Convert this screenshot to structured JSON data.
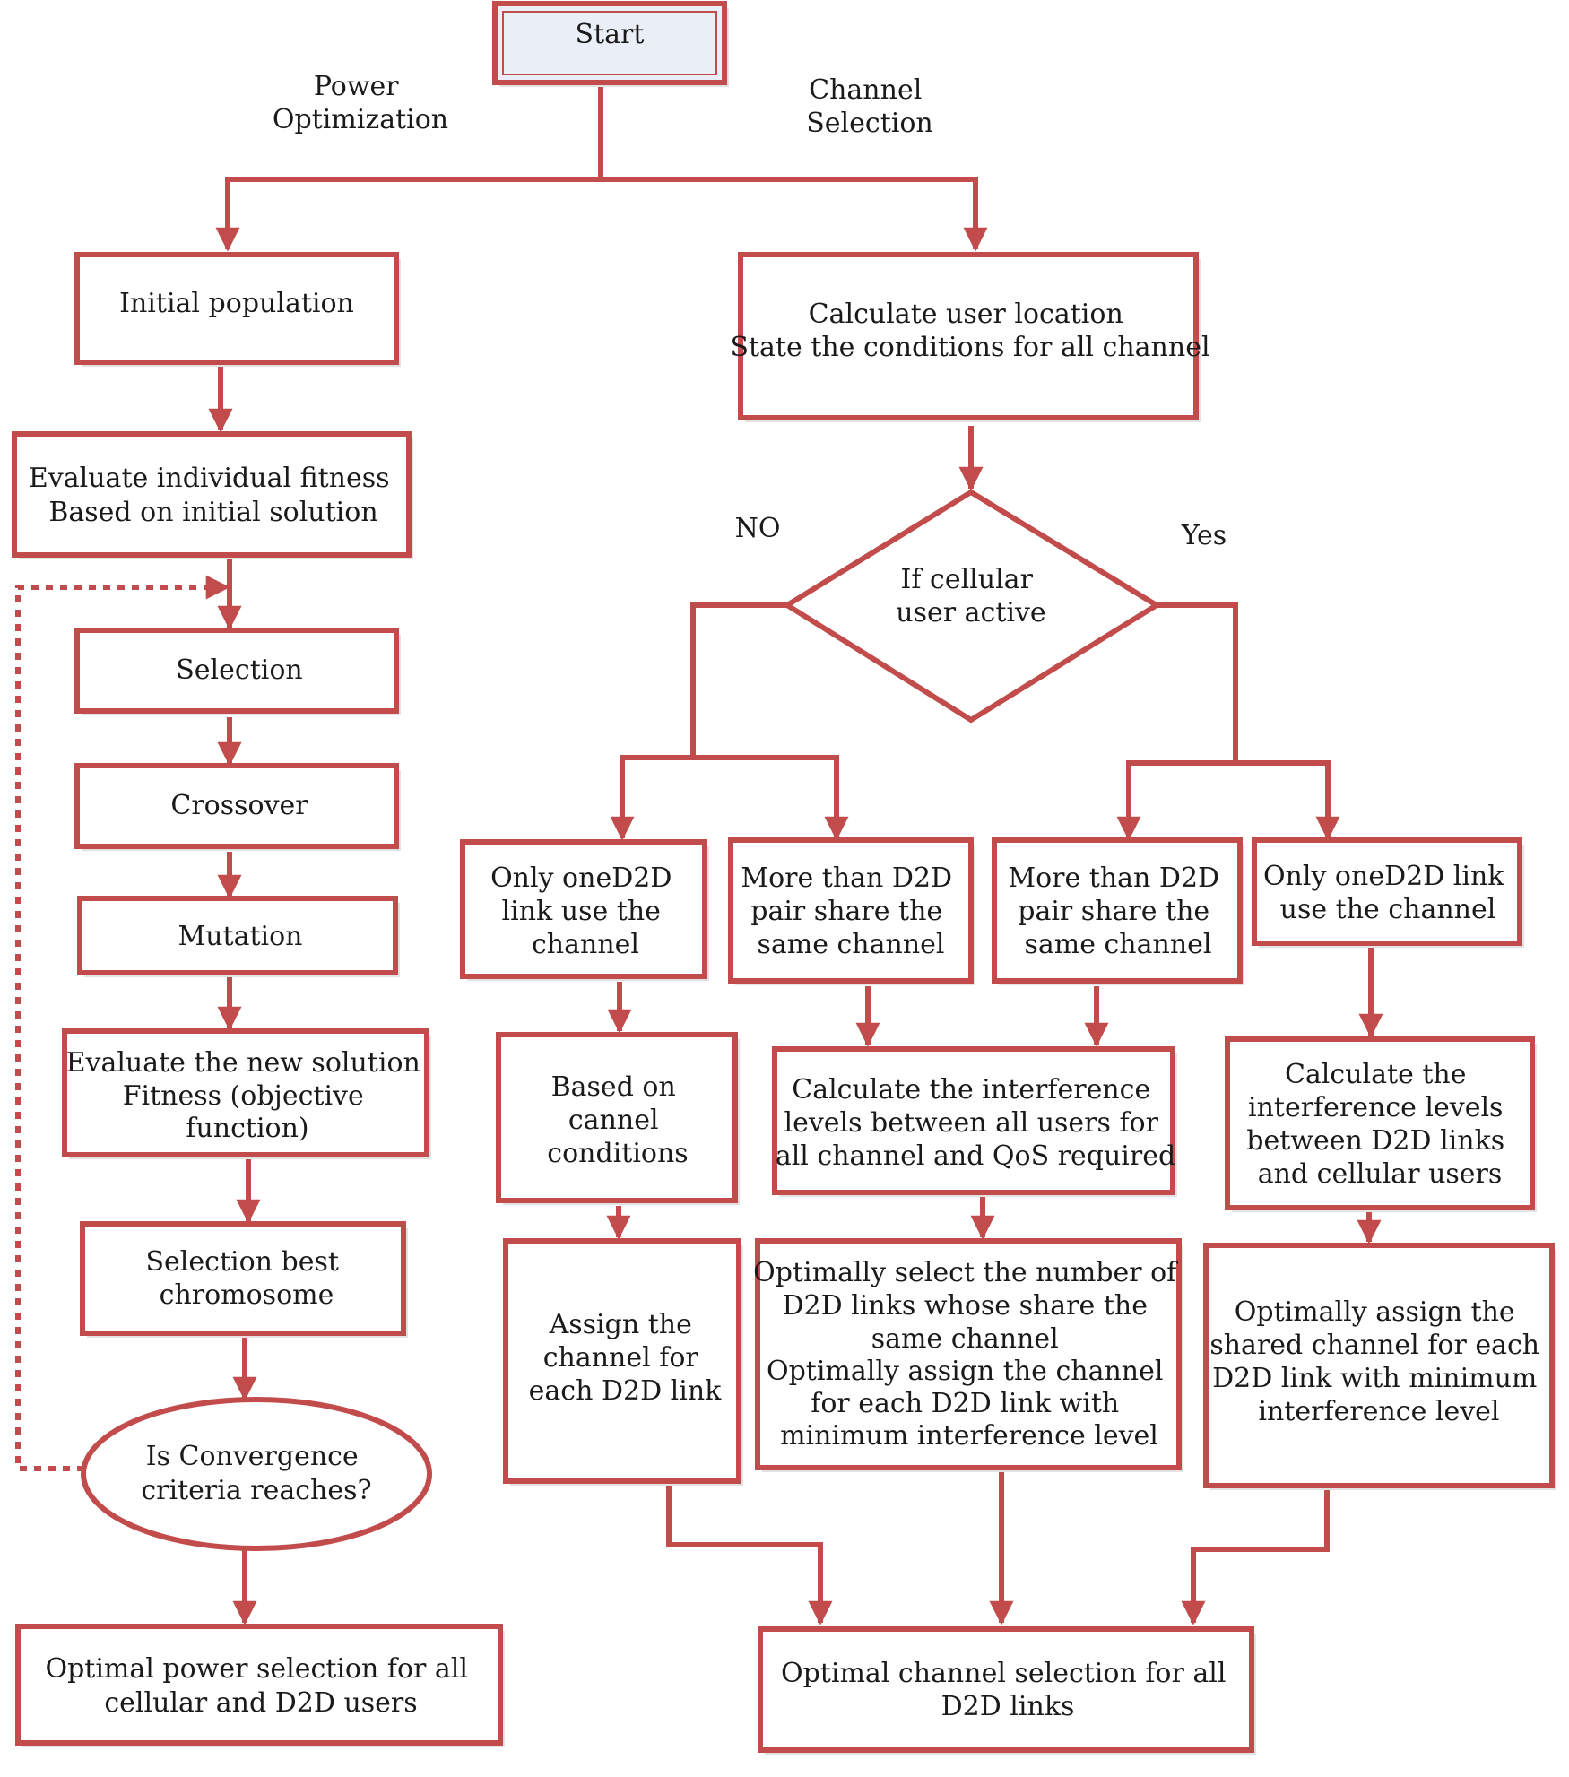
{
  "nodes": {
    "start": [
      "Start"
    ],
    "initial_population": [
      "Initial population"
    ],
    "evaluate_fitness": [
      "Evaluate individual fitness",
      "Based on initial solution"
    ],
    "selection": [
      "Selection"
    ],
    "crossover": [
      "Crossover"
    ],
    "mutation": [
      "Mutation"
    ],
    "evaluate_new": [
      "Evaluate the new solution",
      "Fitness (objective",
      "function)"
    ],
    "selection_best": [
      "Selection best",
      "chromosome"
    ],
    "convergence": [
      "Is Convergence",
      "criteria reaches?"
    ],
    "optimal_power": [
      "Optimal power selection for all",
      "cellular and D2D users"
    ],
    "calc_location": [
      "Calculate user location",
      "State the conditions for all channel"
    ],
    "if_cellular": [
      "If cellular",
      "user active"
    ],
    "no_only_one": [
      "Only oneD2D",
      "link use the",
      "channel"
    ],
    "no_more_than": [
      "More than D2D",
      "pair share the",
      "same channel"
    ],
    "yes_more_than": [
      "More than D2D",
      "pair share the",
      "same channel"
    ],
    "yes_only_one": [
      "Only oneD2D link",
      "use the channel"
    ],
    "based_on": [
      "Based on",
      "cannel",
      "conditions"
    ],
    "calc_interference_all": [
      "Calculate the interference",
      "levels between all users for",
      "all channel and QoS required"
    ],
    "calc_interference_d2d": [
      "Calculate the",
      "interference levels",
      "between D2D links",
      "and cellular users"
    ],
    "assign_channel": [
      "Assign the",
      "channel for",
      "each D2D link"
    ],
    "optimally_select": [
      "Optimally select the number of",
      "D2D links whose share the",
      "same channel",
      "Optimally assign the channel",
      "for each D2D link with",
      "minimum interference level"
    ],
    "optimally_assign_shared": [
      "Optimally assign the",
      "shared channel for each",
      "D2D link with minimum",
      "interference level"
    ],
    "optimal_channel": [
      "Optimal channel selection for all",
      "D2D links"
    ]
  },
  "labels": {
    "power_optimization": [
      "Power",
      "Optimization"
    ],
    "channel_selection": [
      "Channel",
      "Selection"
    ],
    "no": [
      "NO"
    ],
    "yes": [
      "Yes"
    ]
  },
  "colors": {
    "stroke": "#c24b4b",
    "start_fill": "#eaeef7",
    "text": "#1a1a1a"
  }
}
